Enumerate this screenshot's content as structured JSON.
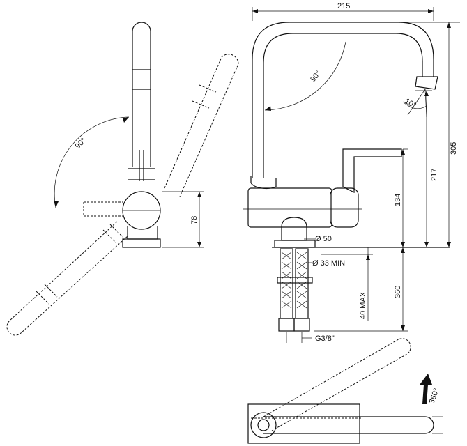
{
  "dimensions": {
    "width_overall": "215",
    "height_overall": "305",
    "height_spout": "217",
    "height_body": "134",
    "height_side": "78",
    "hose_length": "360",
    "deck_thickness": "40 MAX",
    "base_diameter": "Ø 50",
    "hole_diameter": "Ø 33 MIN",
    "thread": "G3/8\""
  },
  "angles": {
    "side_swing": "90°",
    "front_swing": "90°",
    "aerator_tilt": "10°",
    "rotation": "360°"
  }
}
